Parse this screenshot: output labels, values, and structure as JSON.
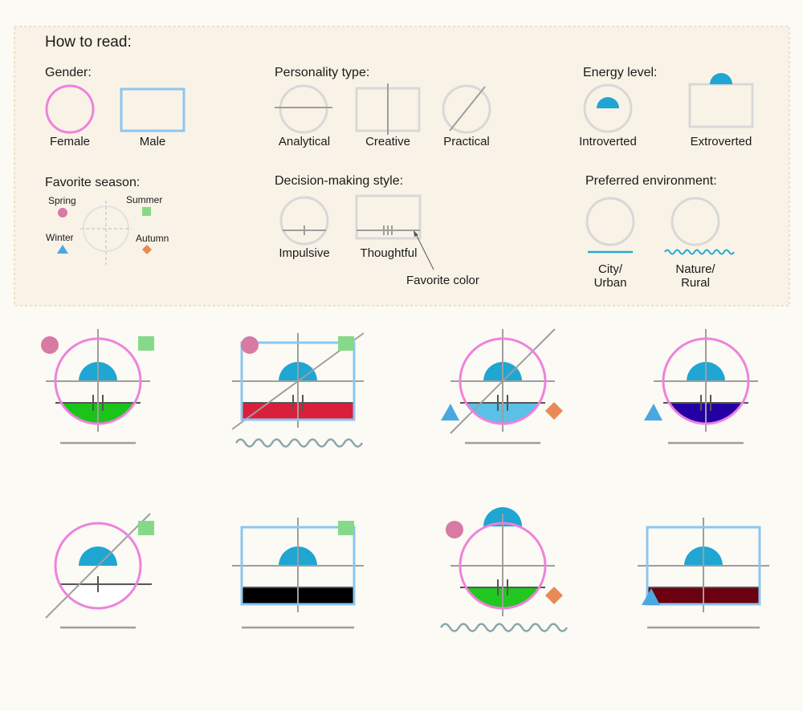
{
  "legend": {
    "heading": "How to read:",
    "gender": {
      "title": "Gender:",
      "female": "Female",
      "male": "Male"
    },
    "personality": {
      "title": "Personality type:",
      "analytical": "Analytical",
      "creative": "Creative",
      "practical": "Practical"
    },
    "energy": {
      "title": "Energy level:",
      "introverted": "Introverted",
      "extroverted": "Extroverted"
    },
    "season": {
      "title": "Favorite season:",
      "spring": "Spring",
      "summer": "Summer",
      "winter": "Winter",
      "autumn": "Autumn"
    },
    "decision": {
      "title": "Decision-making style:",
      "impulsive": "Impulsive",
      "thoughtful": "Thoughtful",
      "favorite_color": "Favorite color"
    },
    "environment": {
      "title": "Preferred environment:",
      "city": [
        "City/",
        "Urban"
      ],
      "nature": [
        "Nature/",
        "Rural"
      ]
    }
  },
  "colors": {
    "female": "#ee82dc",
    "male": "#8cc6f0",
    "energy": "#1fa6d2",
    "line": "#9e9e9e",
    "neutral": "#d8d8d8",
    "spring": "#d87aa3",
    "summer": "#86d98a",
    "winter": "#4aa8e0",
    "autumn": "#e88a55",
    "wave": "#8aa6ad",
    "city": "#2aa6d2"
  },
  "glyphs": [
    {
      "gender": "female",
      "personality": [
        "analytical",
        "creative"
      ],
      "energy": "introverted",
      "decision": "thoughtful",
      "season": [
        "spring",
        "summer"
      ],
      "environment": "city",
      "color": "#1bc418"
    },
    {
      "gender": "male",
      "personality": [
        "analytical",
        "creative",
        "practical"
      ],
      "energy": "introverted",
      "decision": "thoughtful",
      "season": [
        "spring",
        "summer"
      ],
      "environment": "nature",
      "color": "#d91f3c"
    },
    {
      "gender": "female",
      "personality": [
        "analytical",
        "creative",
        "practical"
      ],
      "energy": "introverted",
      "decision": "thoughtful",
      "season": [
        "winter",
        "autumn"
      ],
      "environment": "city",
      "color": "#5bc0e6"
    },
    {
      "gender": "female",
      "personality": [
        "analytical",
        "creative"
      ],
      "energy": "introverted",
      "decision": "thoughtful",
      "season": [
        "winter"
      ],
      "environment": "city",
      "color": "#2400a4"
    },
    {
      "gender": "female",
      "personality": [
        "practical"
      ],
      "energy": "introverted",
      "decision": "impulsive",
      "season": [
        "summer"
      ],
      "environment": "city",
      "color": "#ffffff"
    },
    {
      "gender": "male",
      "personality": [
        "analytical",
        "creative"
      ],
      "energy": "introverted",
      "decision": "impulsive",
      "season": [
        "summer"
      ],
      "environment": "city",
      "color": "#000000"
    },
    {
      "gender": "female",
      "personality": [
        "analytical",
        "creative"
      ],
      "energy": "extroverted",
      "decision": "thoughtful",
      "season": [
        "spring",
        "autumn"
      ],
      "environment": "nature",
      "color": "#22c81f"
    },
    {
      "gender": "male",
      "personality": [
        "analytical",
        "creative"
      ],
      "energy": "introverted",
      "decision": "impulsive",
      "season": [
        "winter"
      ],
      "environment": "city",
      "color": "#6a0010"
    }
  ]
}
